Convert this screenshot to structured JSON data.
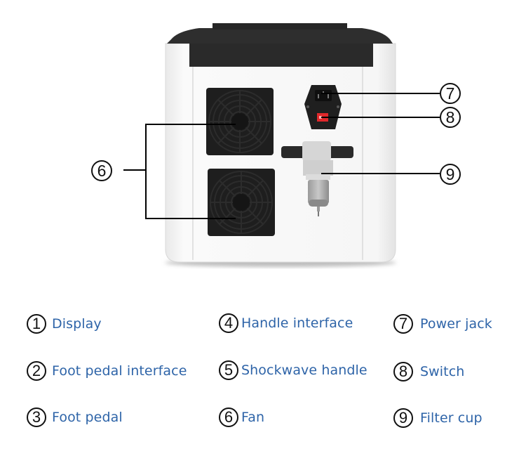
{
  "diagram": {
    "subject": "Device rear view",
    "callouts": [
      {
        "number": "6",
        "target": "fan"
      },
      {
        "number": "7",
        "target": "power-jack"
      },
      {
        "number": "8",
        "target": "switch"
      },
      {
        "number": "9",
        "target": "filter-cup"
      }
    ]
  },
  "legend": {
    "items": [
      {
        "number": "1",
        "label": "Display"
      },
      {
        "number": "2",
        "label": "Foot pedal interface"
      },
      {
        "number": "3",
        "label": "Foot pedal"
      },
      {
        "number": "4",
        "label": "Handle interface"
      },
      {
        "number": "5",
        "label": "Shockwave handle"
      },
      {
        "number": "6",
        "label": "Fan"
      },
      {
        "number": "7",
        "label": "Power jack"
      },
      {
        "number": "8",
        "label": "Switch"
      },
      {
        "number": "9",
        "label": "Filter cup"
      }
    ]
  },
  "colors": {
    "label_text": "#2e64a8",
    "device_body": "#f4f4f4",
    "device_top": "#2b2b2b",
    "switch_red": "#e0282b"
  }
}
